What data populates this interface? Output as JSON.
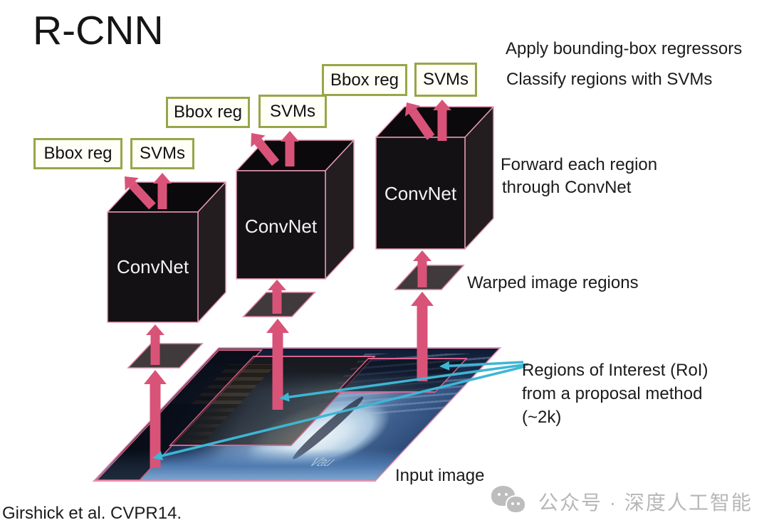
{
  "slide": {
    "title": "R-CNN",
    "citation": "Girshick et al. CVPR14."
  },
  "annotations": {
    "apply_bbox": "Apply bounding-box regressors",
    "classify_svm": "Classify regions with SVMs",
    "forward_line1": "Forward each region",
    "forward_line2": "through ConvNet",
    "warped_regions": "Warped image regions",
    "roi_line1": "Regions of Interest (RoI)",
    "roi_line2": "from a proposal method",
    "roi_line3": "(~2k)",
    "input_image": "Input image"
  },
  "pipeline": {
    "bbox_reg": "Bbox reg",
    "svms": "SVMs",
    "convnet": "ConvNet"
  },
  "photo": {
    "watermark": "Vau"
  },
  "footer_watermark": {
    "icon": "wechat-icon",
    "text": "公众号 · 深度人工智能"
  },
  "colors": {
    "arrow_pink": "#d95379",
    "box_edge_pink": "#e9a2bc",
    "label_border_olive": "#97a648",
    "roi_pointer_cyan": "#3eb6d4",
    "text_ink": "#1b1b1b",
    "watermark_gray": "#b7b7b7"
  }
}
